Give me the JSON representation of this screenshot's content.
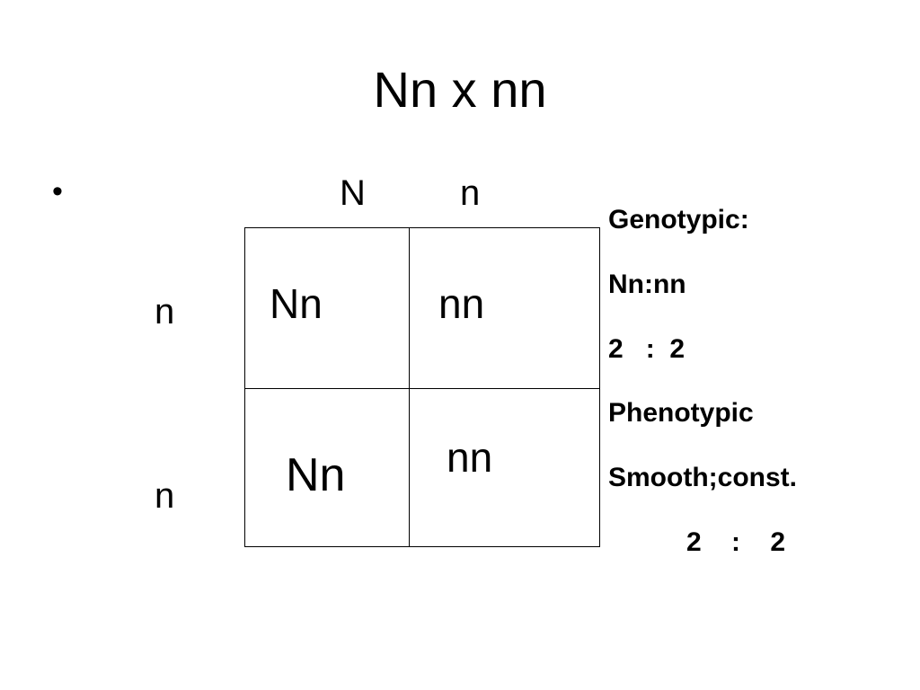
{
  "slide": {
    "title": "Nn x nn",
    "bullet": "•"
  },
  "punnett": {
    "column_alleles": [
      "N",
      "n"
    ],
    "row_alleles": [
      "n",
      "n"
    ],
    "cells": [
      [
        "Nn",
        "nn"
      ],
      [
        "Nn",
        "nn"
      ]
    ]
  },
  "summary": {
    "genotypic_label": "Genotypic:",
    "genotypic_types": "Nn:nn",
    "genotypic_ratio": "2   :  2",
    "phenotypic_label": "Phenotypic",
    "phenotypic_types": "Smooth;const.",
    "phenotypic_ratio": "2    :    2"
  }
}
